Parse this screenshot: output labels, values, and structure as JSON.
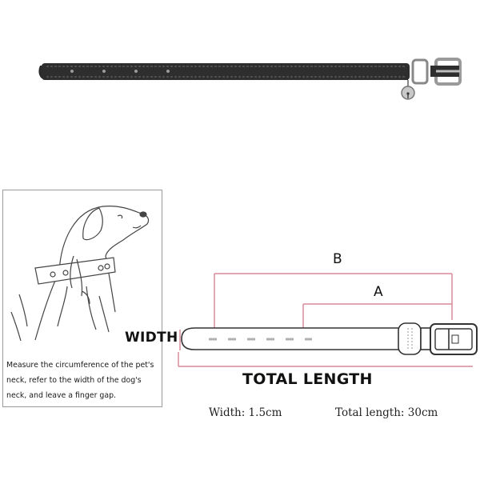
{
  "instructions": "Measure the circumference of the pet's neck, refer to the width of the dog's neck, and leave a finger gap.",
  "diagram": {
    "label_b": "B",
    "label_a": "A",
    "width_label": "WIDTH",
    "total_length_label": "TOTAL LENGTH"
  },
  "specs": {
    "width": "Width: 1.5cm",
    "total_length": "Total length: 30cm"
  },
  "colors": {
    "collar": "#2b2b2b",
    "measure_line": "#d88a9a",
    "dash": "#b0b0b0"
  }
}
